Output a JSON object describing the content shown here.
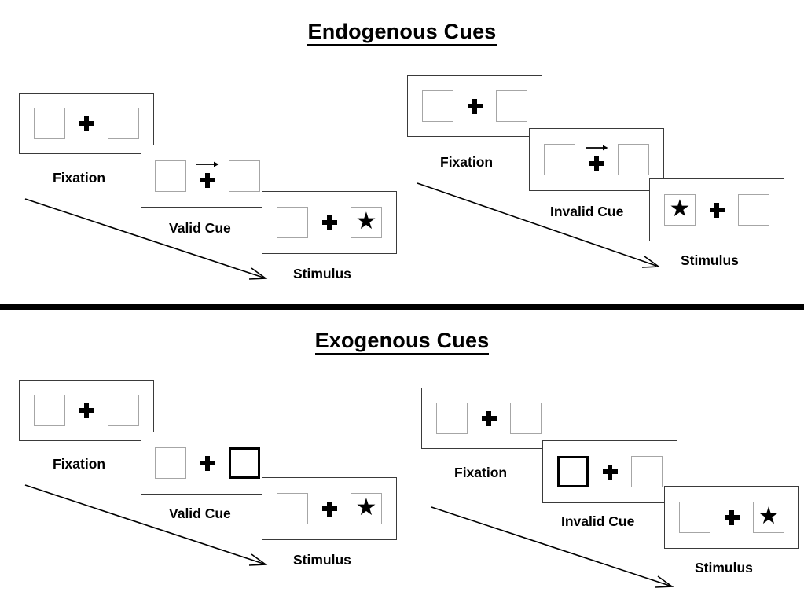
{
  "sections": [
    {
      "title": "Endogenous Cues",
      "cue_type": "arrow",
      "sequences": [
        {
          "name": "valid",
          "cue_label": "Valid Cue",
          "steps": [
            {
              "label": "Fixation",
              "left_box": "empty",
              "right_box": "empty",
              "cue": "none"
            },
            {
              "label": "Valid Cue",
              "left_box": "empty",
              "right_box": "empty",
              "cue": "arrow-right"
            },
            {
              "label": "Stimulus",
              "left_box": "empty",
              "right_box": "star",
              "cue": "none"
            }
          ]
        },
        {
          "name": "invalid",
          "cue_label": "Invalid Cue",
          "steps": [
            {
              "label": "Fixation",
              "left_box": "empty",
              "right_box": "empty",
              "cue": "none"
            },
            {
              "label": "Invalid Cue",
              "left_box": "empty",
              "right_box": "empty",
              "cue": "arrow-right"
            },
            {
              "label": "Stimulus",
              "left_box": "star",
              "right_box": "empty",
              "cue": "none"
            }
          ]
        }
      ]
    },
    {
      "title": "Exogenous Cues",
      "cue_type": "box-highlight",
      "sequences": [
        {
          "name": "valid",
          "cue_label": "Valid Cue",
          "steps": [
            {
              "label": "Fixation",
              "left_box": "empty",
              "right_box": "empty",
              "cue": "none"
            },
            {
              "label": "Valid Cue",
              "left_box": "empty",
              "right_box": "cued",
              "cue": "none"
            },
            {
              "label": "Stimulus",
              "left_box": "empty",
              "right_box": "star",
              "cue": "none"
            }
          ]
        },
        {
          "name": "invalid",
          "cue_label": "Invalid Cue",
          "steps": [
            {
              "label": "Fixation",
              "left_box": "empty",
              "right_box": "empty",
              "cue": "none"
            },
            {
              "label": "Invalid Cue",
              "left_box": "cued",
              "right_box": "empty",
              "cue": "none"
            },
            {
              "label": "Stimulus",
              "left_box": "empty",
              "right_box": "star",
              "cue": "none"
            }
          ]
        }
      ]
    }
  ],
  "glyphs": {
    "star": "★",
    "fixation_cross": "plus-sign",
    "cue_arrow": "arrow-right-icon",
    "time_arrow": "time-progression-arrow"
  },
  "colors": {
    "frame_border": "#3a3a3a",
    "box_border": "#a6a6a6",
    "cued_box_border": "#000000",
    "ink": "#000000",
    "background": "#ffffff"
  }
}
